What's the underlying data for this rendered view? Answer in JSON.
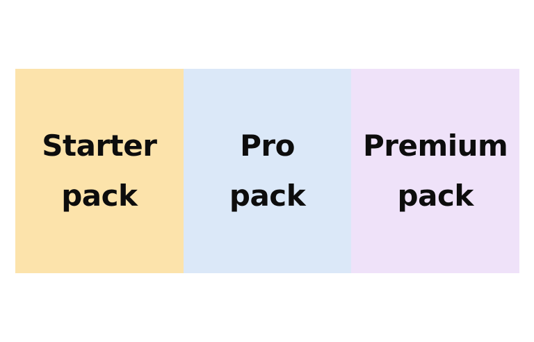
{
  "page": {
    "background": "#ffffff",
    "text_color": "#0d0d0d"
  },
  "panels": [
    {
      "name": "starter-pack",
      "label": "Starter pack",
      "line1": "Starter",
      "line2": "pack",
      "background": "#FCE3AB"
    },
    {
      "name": "pro-pack",
      "label": "Pro pack",
      "line1": "Pro",
      "line2": "pack",
      "background": "#DBE8F8"
    },
    {
      "name": "premium-pack",
      "label": "Premium pack",
      "line1": "Premium",
      "line2": "pack",
      "background": "#EFE2F9"
    }
  ]
}
